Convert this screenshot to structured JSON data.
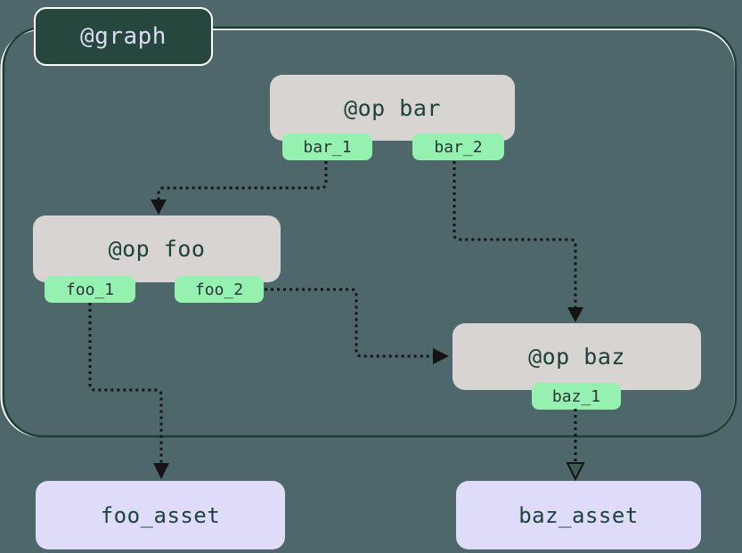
{
  "diagram": {
    "graph": {
      "label": "@graph"
    },
    "ops": [
      {
        "id": "bar",
        "label": "@op bar",
        "outputs": [
          "bar_1",
          "bar_2"
        ]
      },
      {
        "id": "foo",
        "label": "@op foo",
        "outputs": [
          "foo_1",
          "foo_2"
        ]
      },
      {
        "id": "baz",
        "label": "@op baz",
        "outputs": [
          "baz_1"
        ]
      }
    ],
    "assets": [
      {
        "id": "foo_asset",
        "label": "foo_asset"
      },
      {
        "id": "baz_asset",
        "label": "baz_asset"
      }
    ],
    "edges": [
      {
        "from": "bar_1",
        "to": "@op foo",
        "style": "dotted"
      },
      {
        "from": "bar_2",
        "to": "@op baz",
        "style": "dotted"
      },
      {
        "from": "foo_2",
        "to": "@op baz",
        "style": "dotted"
      },
      {
        "from": "foo_1",
        "to": "foo_asset",
        "style": "dotted"
      },
      {
        "from": "baz_1",
        "to": "baz_asset",
        "style": "dotted"
      }
    ],
    "colors": {
      "background": "#4d676b",
      "container_stroke": "#1c4034",
      "container_highlight": "#ffffff",
      "graph_label_fill": "#25473d",
      "graph_label_text": "#dcdaf7",
      "op_fill": "#d7d4d2",
      "op_text": "#1d423c",
      "output_tab_fill": "#95f1b0",
      "output_tab_text": "#2f3338",
      "asset_fill": "#dedcf9",
      "asset_text": "#1d423c",
      "edge_color": "#141414"
    }
  }
}
